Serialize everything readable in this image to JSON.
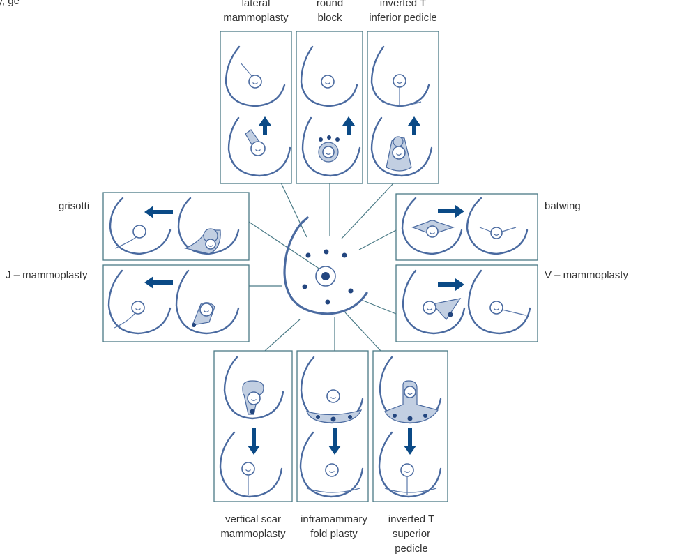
{
  "colors": {
    "panel_border": "#4a7a86",
    "line_art": "#4a6aa0",
    "arrow": "#0b4a86",
    "tissue": "#c2cfe2",
    "text": "#333333"
  },
  "header_fragment": "...y, ge",
  "labels": {
    "lateral": "lateral\nmammoplasty",
    "round_block": "round\nblock",
    "inverted_t_inferior": "inverted T\ninferior pedicle",
    "grisotti": "grisotti",
    "j_mammoplasty": "J – mammoplasty",
    "batwing": "batwing",
    "v_mammoplasty": "V – mammoplasty",
    "vertical_scar": "vertical scar\nmammoplasty",
    "inframammary": "inframammary\nfold plasty",
    "inverted_t_superior": "inverted T\nsuperior\npedicle"
  },
  "center_diagram": {
    "name": "breast quadrant map",
    "marker_count": 7
  }
}
